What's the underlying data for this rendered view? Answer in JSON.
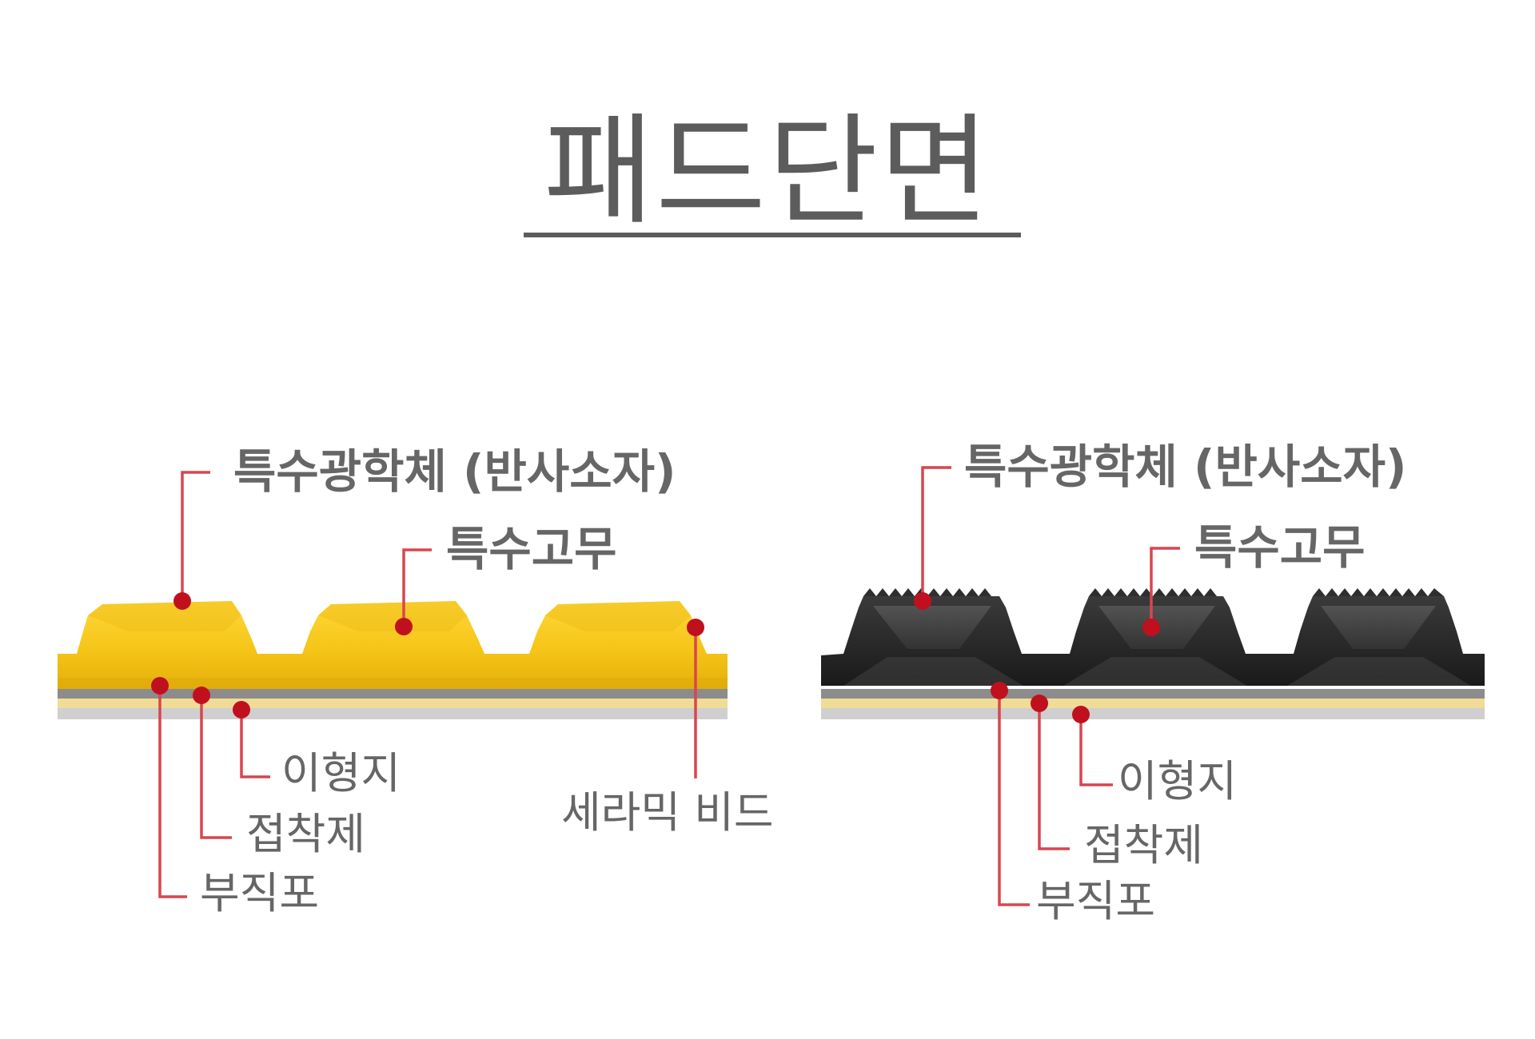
{
  "title": "패드단면",
  "colors": {
    "yellow_pad": "#f5c518",
    "black_pad": "#2e2e2e",
    "grey_layer": "#8c8c8c",
    "beige_layer": "#f0dc96",
    "base_layer": "#cfcfcf",
    "leader_line": "#d9454f",
    "leader_dot": "#c0101e",
    "label_text": "#666666"
  },
  "left_diagram": {
    "labels": {
      "reflector": "특수광학체 (반사소자)",
      "rubber": "특수고무",
      "release_paper": "이형지",
      "adhesive": "접착제",
      "nonwoven": "부직포",
      "ceramic_bead": "세라믹 비드"
    }
  },
  "right_diagram": {
    "labels": {
      "reflector": "특수광학체 (반사소자)",
      "rubber": "특수고무",
      "release_paper": "이형지",
      "adhesive": "접착제",
      "nonwoven": "부직포"
    }
  }
}
